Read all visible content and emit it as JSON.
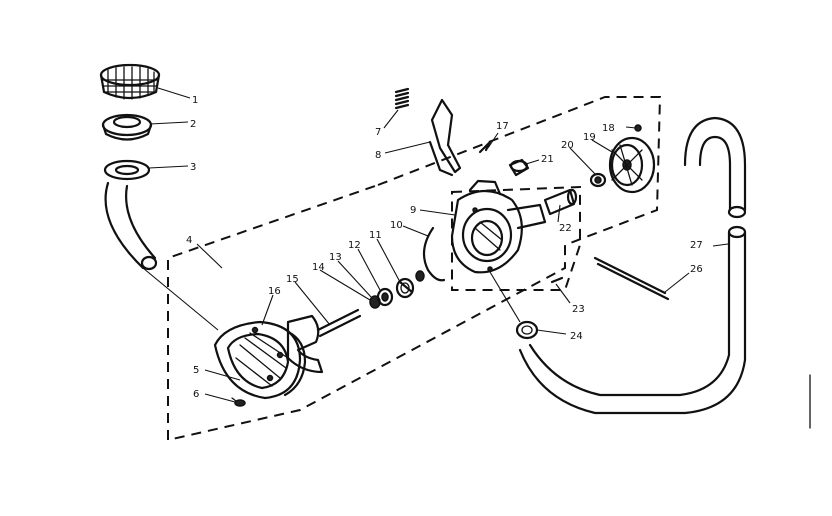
{
  "callouts": [
    {
      "id": "c1",
      "text": "1"
    },
    {
      "id": "c2",
      "text": "2"
    },
    {
      "id": "c3",
      "text": "3"
    },
    {
      "id": "c4",
      "text": "4"
    },
    {
      "id": "c5",
      "text": "5"
    },
    {
      "id": "c6",
      "text": "6"
    },
    {
      "id": "c7",
      "text": "7"
    },
    {
      "id": "c8",
      "text": "8"
    },
    {
      "id": "c9",
      "text": "9"
    },
    {
      "id": "c10",
      "text": "10"
    },
    {
      "id": "c11",
      "text": "11"
    },
    {
      "id": "c12",
      "text": "12"
    },
    {
      "id": "c13",
      "text": "13"
    },
    {
      "id": "c14",
      "text": "14"
    },
    {
      "id": "c15",
      "text": "15"
    },
    {
      "id": "c16",
      "text": "16"
    },
    {
      "id": "c17",
      "text": "17"
    },
    {
      "id": "c18",
      "text": "18"
    },
    {
      "id": "c19",
      "text": "19"
    },
    {
      "id": "c20",
      "text": "20"
    },
    {
      "id": "c21",
      "text": "21"
    },
    {
      "id": "c22",
      "text": "22"
    },
    {
      "id": "c23",
      "text": "23"
    },
    {
      "id": "c24",
      "text": "24"
    },
    {
      "id": "c26",
      "text": "26"
    },
    {
      "id": "c27",
      "text": "27"
    }
  ]
}
